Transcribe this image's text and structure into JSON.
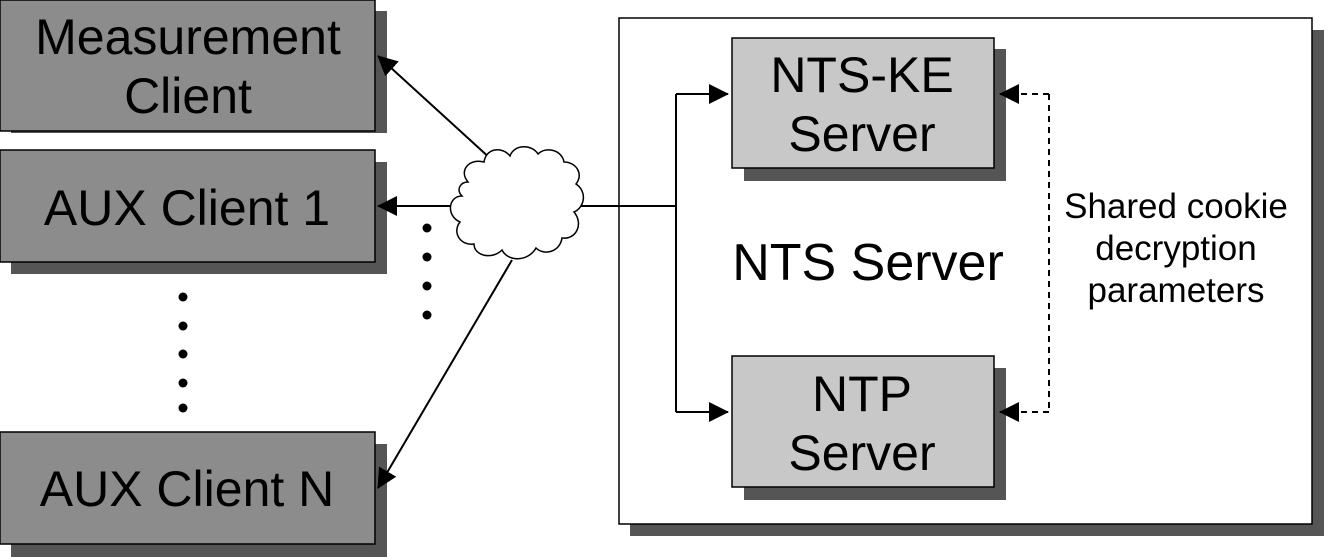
{
  "clients": {
    "measurement": "Measurement Client",
    "measurement_line1": "Measurement",
    "measurement_line2": "Client",
    "aux1": "AUX Client 1",
    "auxN": "AUX Client N"
  },
  "server": {
    "title": "NTS Server",
    "ke_line1": "NTS-KE",
    "ke_line2": "Server",
    "ntp_line1": "NTP",
    "ntp_line2": "Server"
  },
  "shared": {
    "line1": "Shared cookie",
    "line2": "decryption",
    "line3": "parameters"
  },
  "colors": {
    "client_fill": "#8c8c8c",
    "subserver_fill": "#c8c8c8",
    "shadow": "#555555",
    "stroke": "#000000"
  }
}
